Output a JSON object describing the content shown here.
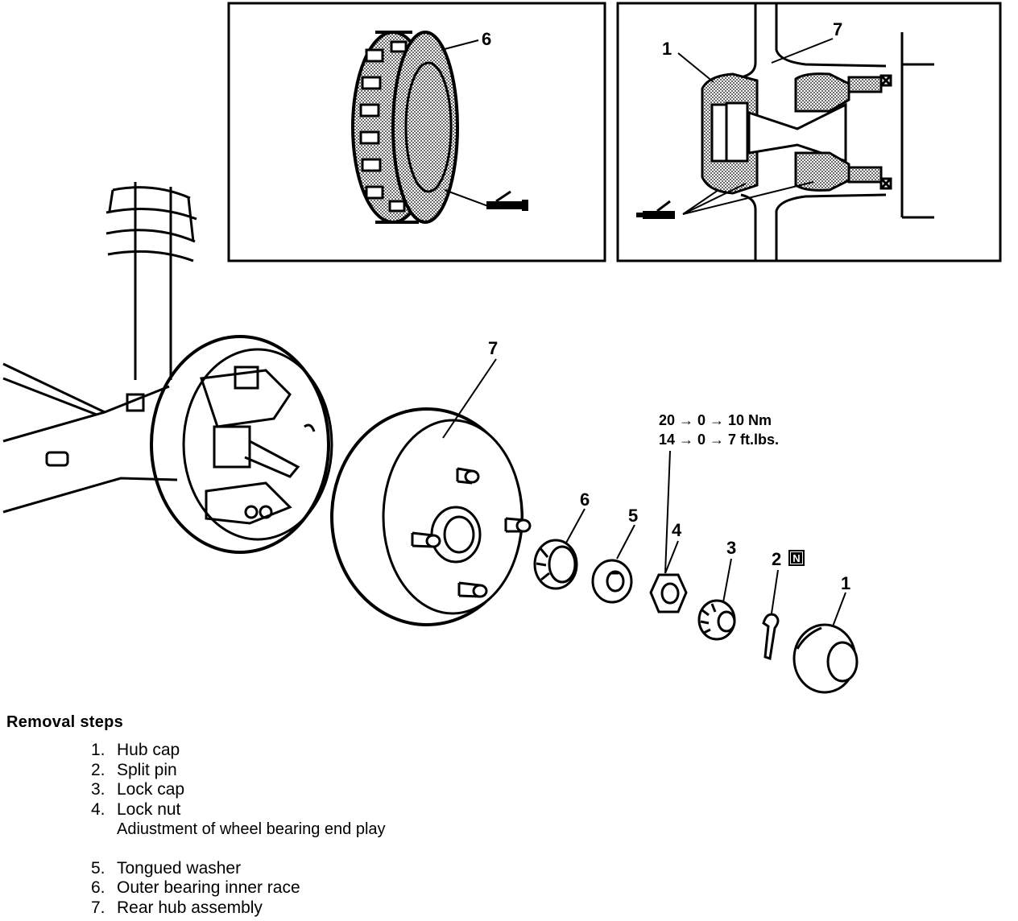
{
  "callouts": {
    "hub_cap": "1",
    "split_pin": "2",
    "lock_cap": "3",
    "lock_nut": "4",
    "tongued_washer": "5",
    "outer_bearing": "6",
    "rear_hub": "7",
    "new_part_mark": "N"
  },
  "torque": {
    "nm": "20 → 0 → 10  Nm",
    "ftlbs": "14 → 0 → 7  ft.lbs."
  },
  "removal": {
    "title": "Removal  steps",
    "steps": [
      {
        "num": "1.",
        "label": "Hub  cap"
      },
      {
        "num": "2.",
        "label": "Split  pin"
      },
      {
        "num": "3.",
        "label": "Lock  cap"
      },
      {
        "num": "4.",
        "label": "Lock  nut"
      },
      {
        "sub": "Adiustment of wheel bearing end play"
      },
      {
        "num": "5.",
        "label": "Tongued  washer"
      },
      {
        "num": "6.",
        "label": "Outer  bearing  inner race"
      },
      {
        "num": "7.",
        "label": "Rear  hub  assembly"
      }
    ]
  },
  "icons": [
    "grease-gun-icon",
    "new-part-icon"
  ]
}
